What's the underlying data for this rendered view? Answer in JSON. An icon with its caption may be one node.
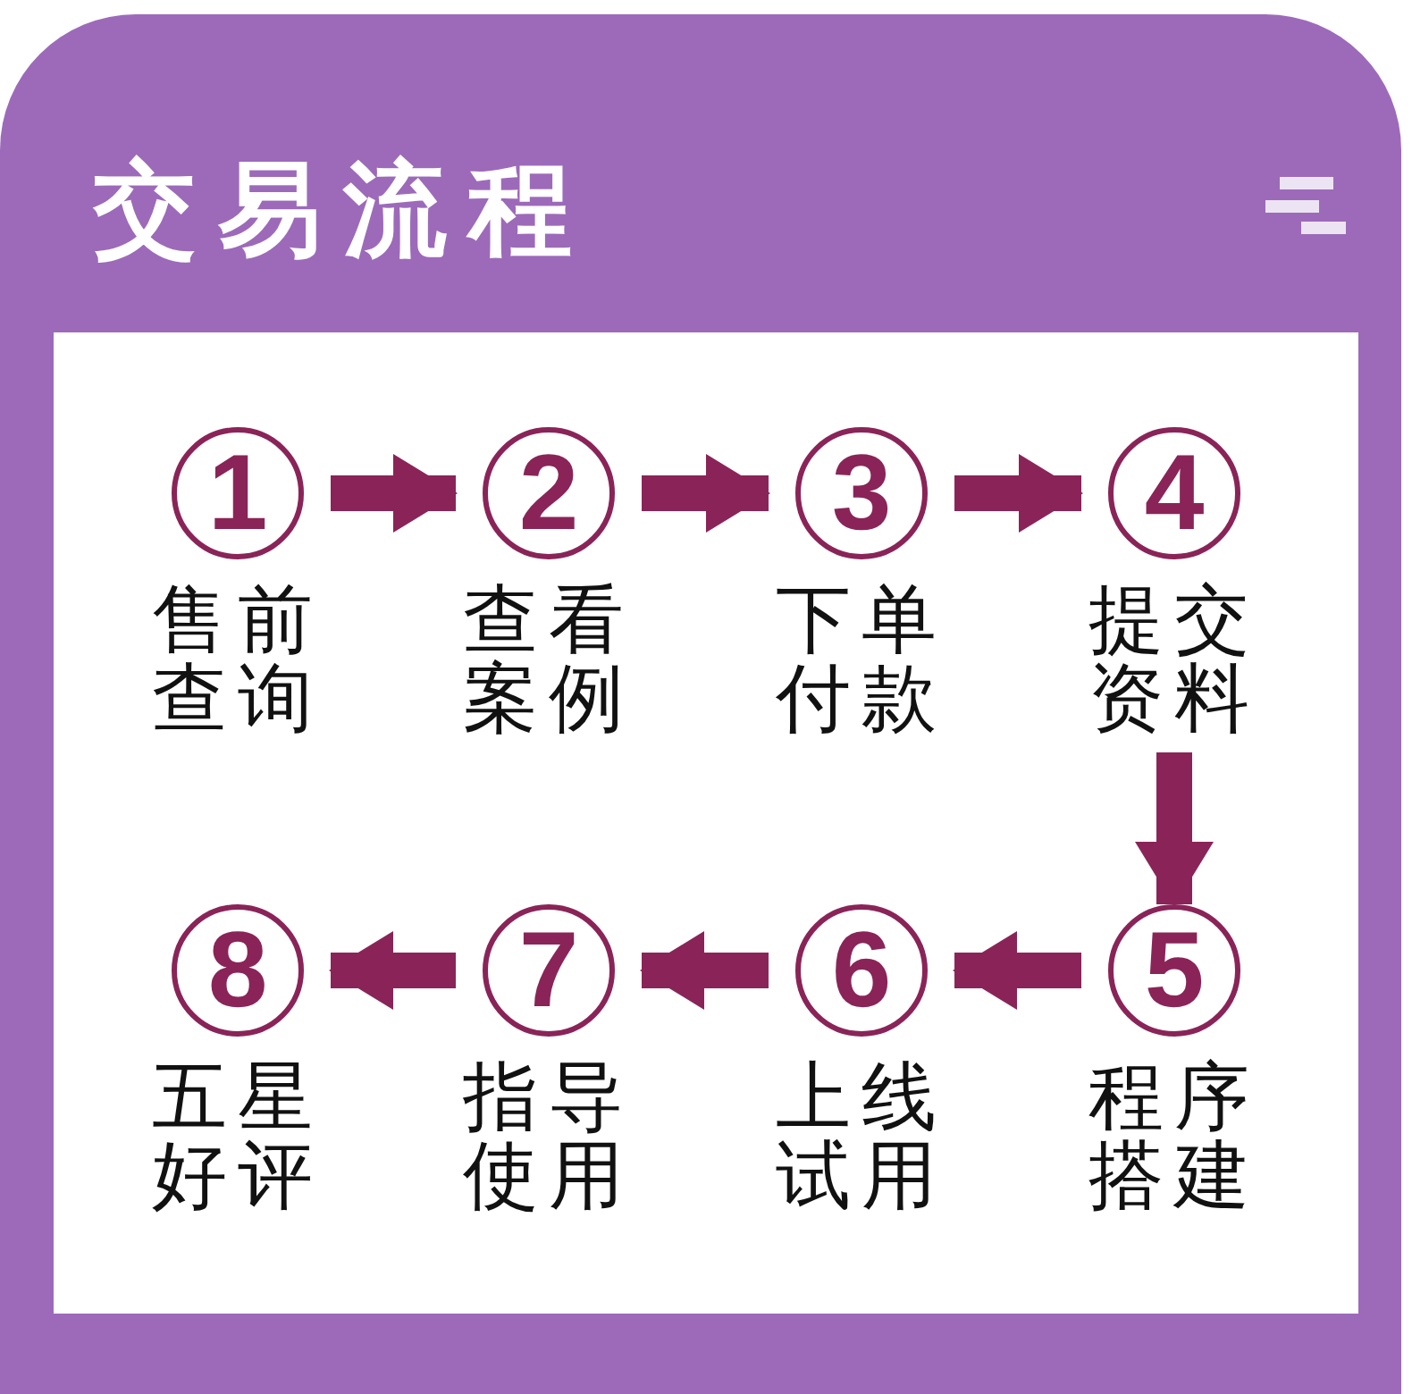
{
  "diagram": {
    "title": "交易流程",
    "nodes": [
      {
        "text": [
          "1"
        ],
        "beside": [
          "售前查询"
        ]
      },
      {
        "text": [
          "2"
        ],
        "beside": [
          "查看案例"
        ]
      },
      {
        "text": [
          "3"
        ],
        "beside": [
          "下单付款"
        ]
      },
      {
        "text": [
          "4"
        ],
        "beside": [
          "提交资料"
        ]
      },
      {
        "text": [
          "5"
        ],
        "beside": [
          "程序搭建"
        ]
      },
      {
        "text": [
          "6"
        ],
        "beside": [
          "上线试用"
        ]
      },
      {
        "text": [
          "7"
        ],
        "beside": [
          "指导使用"
        ]
      },
      {
        "text": [
          "8"
        ],
        "beside": [
          "五星好评"
        ]
      }
    ],
    "edges": [
      {
        "from": 0,
        "to": 1,
        "arrow": "to"
      },
      {
        "from": 1,
        "to": 2,
        "arrow": "to"
      },
      {
        "from": 2,
        "to": 3,
        "arrow": "to"
      },
      {
        "from": 3,
        "to": 4,
        "arrow": "to"
      },
      {
        "from": 4,
        "to": 5,
        "arrow": "to"
      },
      {
        "from": 5,
        "to": 6,
        "arrow": "to"
      },
      {
        "from": 6,
        "to": 7,
        "arrow": "to"
      }
    ]
  }
}
